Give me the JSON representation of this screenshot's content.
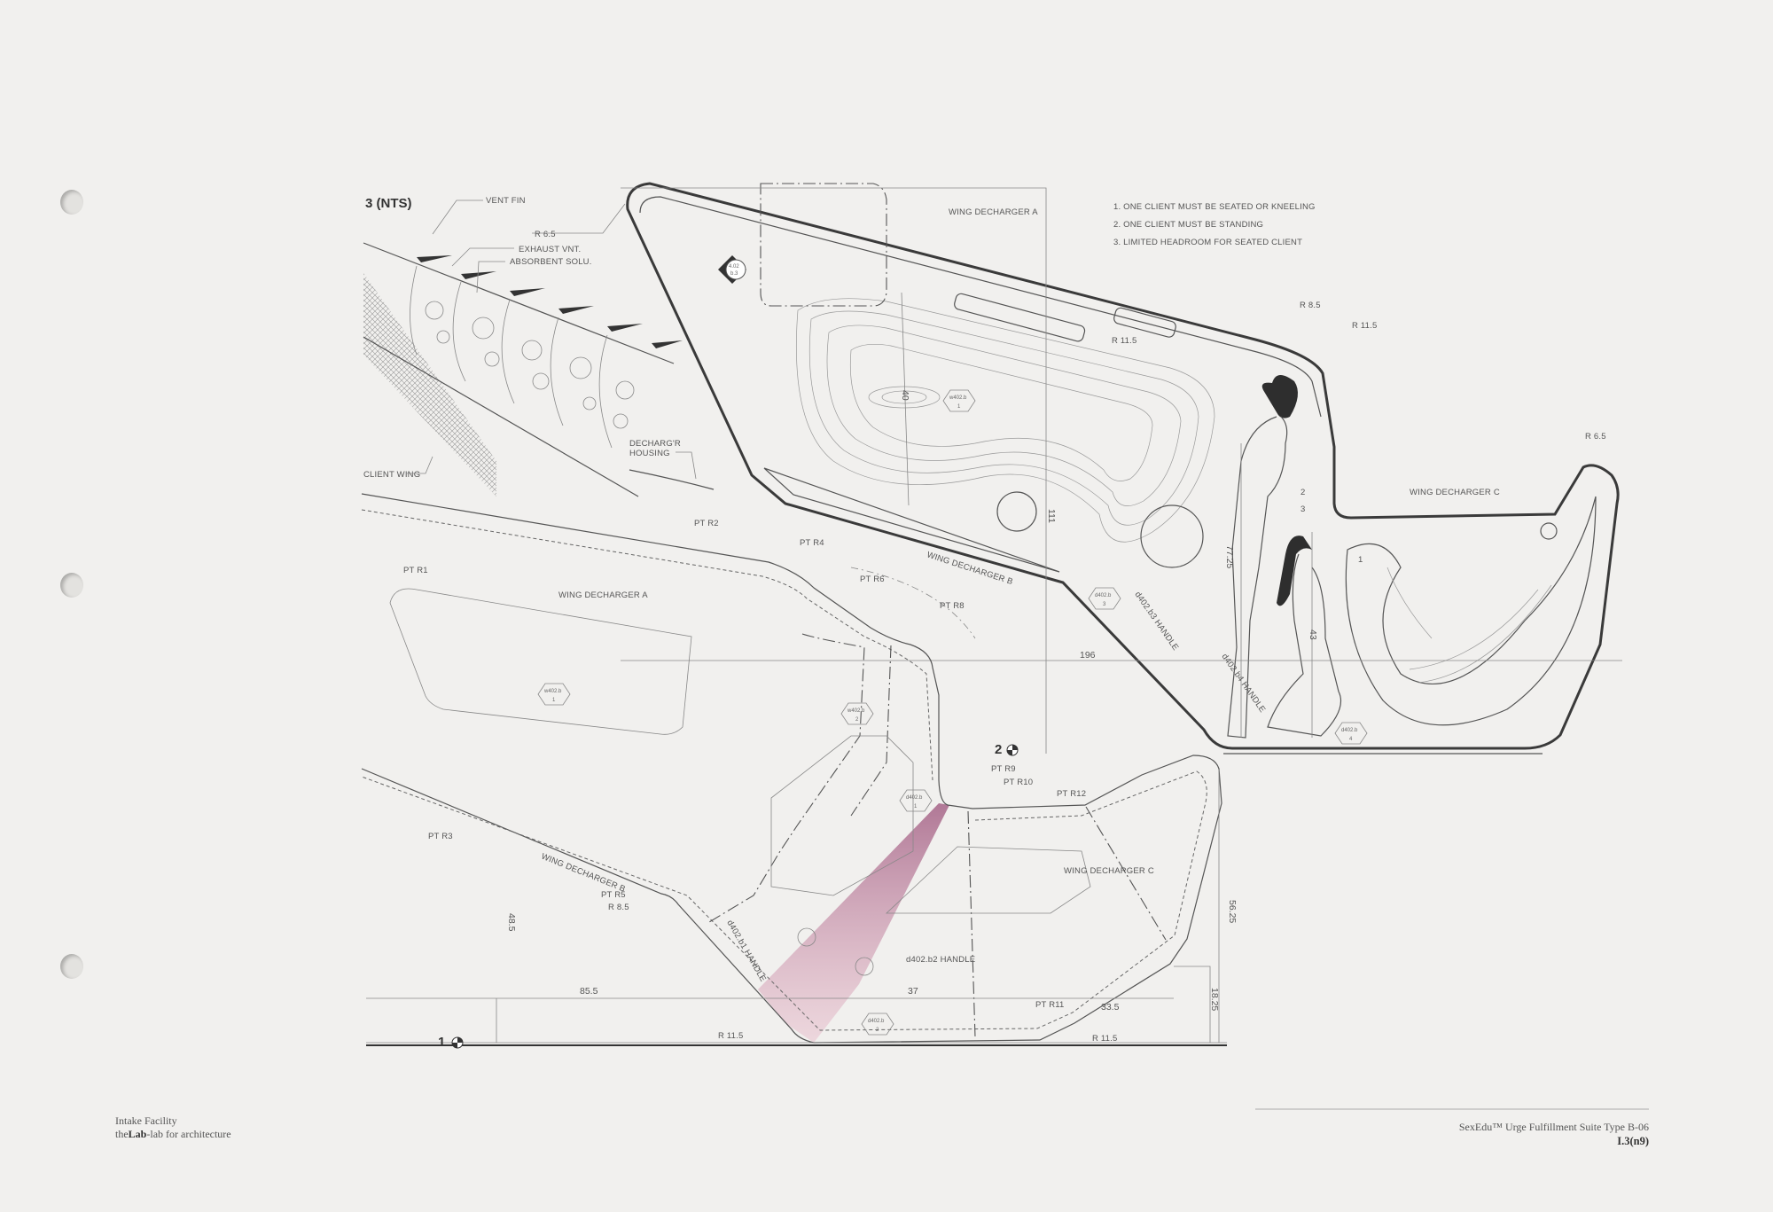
{
  "detail": {
    "title": "3 (NTS)",
    "labels": [
      "VENT FIN",
      "R 6.5",
      "EXHAUST VNT.",
      "ABSORBENT SOLU.",
      "CLIENT WING",
      "DECHARG'R",
      "HOUSING"
    ]
  },
  "notes": [
    "1.  ONE CLIENT MUST BE SEATED OR KNEELING",
    "2.  ONE CLIENT MUST BE STANDING",
    "3.  LIMITED HEADROOM FOR SEATED CLIENT"
  ],
  "upper_plan": {
    "labels": [
      "WING DECHARGER A",
      "R 11.5",
      "R 8.5",
      "R 11.5",
      "R 6.5",
      "WING DECHARGER C",
      "WING DECHARGER B",
      "d402.b3 HANDLE",
      "d402.b4 HANDLE",
      "1",
      "2",
      "3"
    ],
    "dimensions": [
      "40",
      "111",
      "77.25",
      "43",
      "196"
    ],
    "tags": [
      {
        "code": "w402.b",
        "num": "1"
      },
      {
        "code": "d402.b",
        "num": "3"
      },
      {
        "code": "d402.b",
        "num": "4"
      },
      {
        "code": "4.02",
        "num": "b.3"
      }
    ],
    "section_marker": "2"
  },
  "lower_plan": {
    "labels": [
      "PT R1",
      "PT R2",
      "PT R4",
      "WING DECHARGER A",
      "PT R6",
      "PT R8",
      "PT R9",
      "PT R10",
      "PT R12",
      "PT R3",
      "WING DECHARGER B",
      "PT R5",
      "R 8.5",
      "WING DECHARGER C",
      "d402.b1 HANDLE",
      "d402.b2 HANDLE",
      "PT R11",
      "R 11.5",
      "R 11.5"
    ],
    "dimensions": [
      "48.5",
      "56.25",
      "18.25",
      "85.5",
      "37",
      "33.5"
    ],
    "tags": [
      {
        "code": "w402.b",
        "num": "1"
      },
      {
        "code": "w402.b",
        "num": "2"
      },
      {
        "code": "d402.b",
        "num": "1"
      },
      {
        "code": "d402.b",
        "num": "2"
      }
    ],
    "section_marker": "1"
  },
  "footer": {
    "project": "Intake Facility",
    "firm_prefix": "the",
    "firm_bold": "Lab",
    "firm_suffix": "-lab for architecture",
    "sheet_title": "SexEdu™ Urge Fulfillment Suite Type B-06",
    "sheet_number": "I.3(n9)"
  },
  "colors": {
    "paper": "#f1f0ee",
    "ink": "#3a3a3a",
    "highlight": "#c88aa6"
  }
}
